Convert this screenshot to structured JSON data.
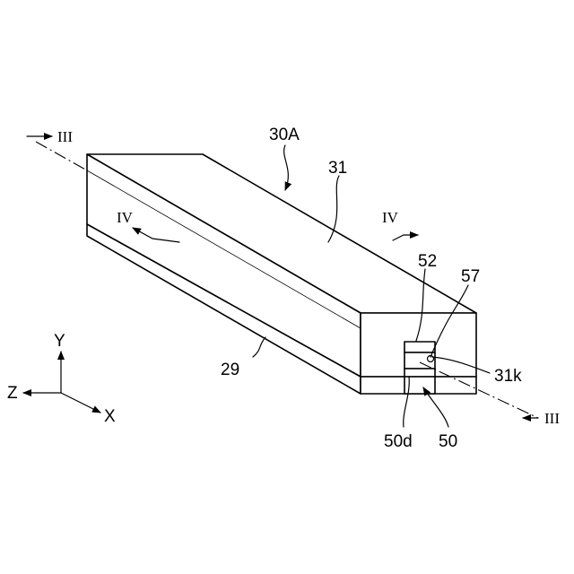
{
  "labels": {
    "assembly": "30A",
    "top_face": "31",
    "base_layer": "29",
    "part_52": "52",
    "part_57": "57",
    "recess": "31k",
    "part_50d": "50d",
    "part_50": "50"
  },
  "section_marks": {
    "section_iii_left": "III",
    "section_iii_right": "III",
    "section_iv_left": "IV",
    "section_iv_right": "IV"
  },
  "axes": {
    "y": "Y",
    "z": "Z",
    "x": "X"
  }
}
